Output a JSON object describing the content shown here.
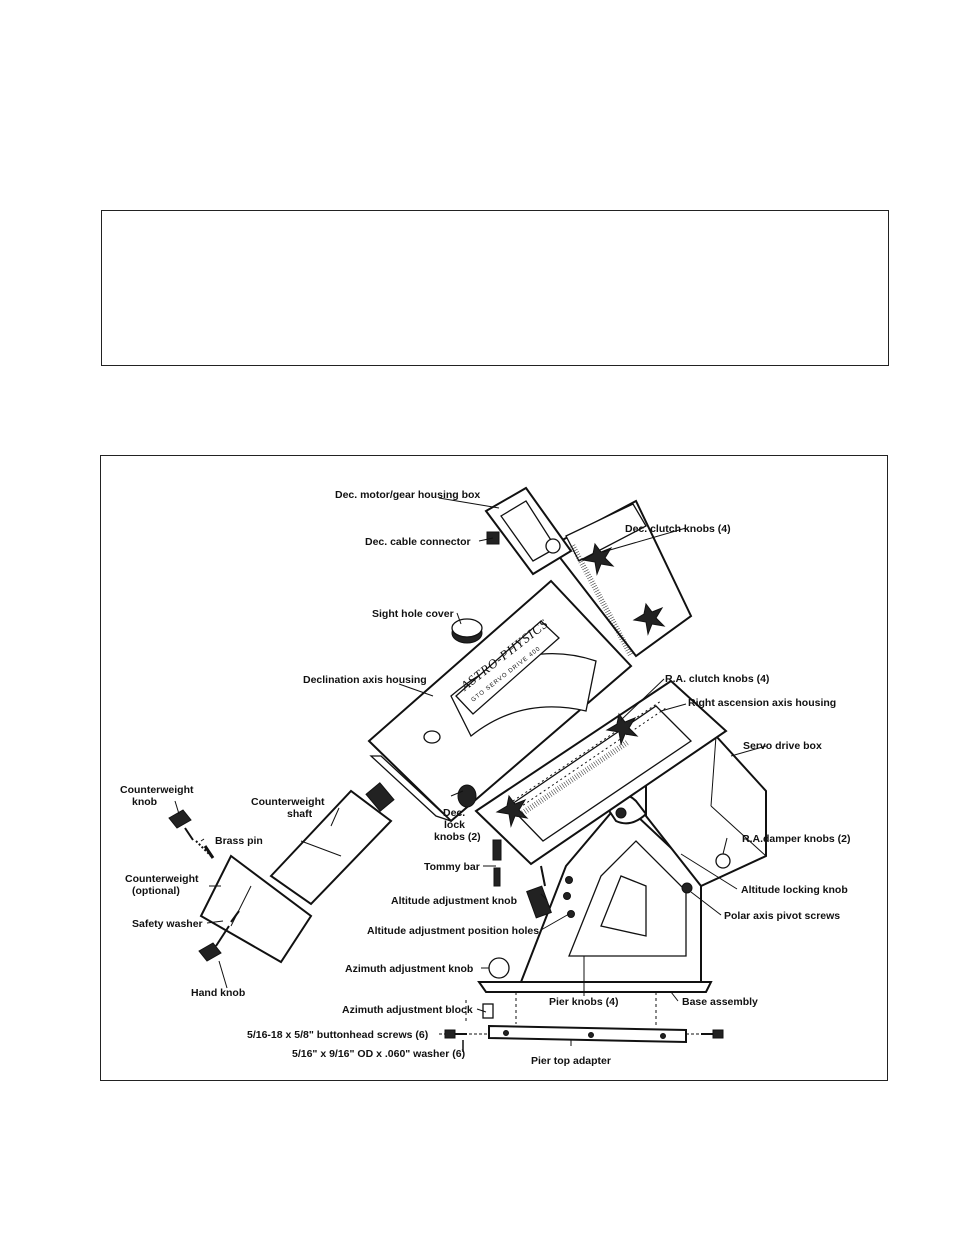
{
  "diagram": {
    "nameplate": {
      "brand": "ASTRO-PHYSICS",
      "model": "GTO SERVO DRIVE 400"
    },
    "labels": {
      "dec_motor_gear_housing_box": "Dec. motor/gear housing box",
      "dec_cable_connector": "Dec. cable connector",
      "dec_clutch_knobs": "Dec. clutch knobs (4)",
      "sight_hole_cover": "Sight hole cover",
      "declination_axis_housing": "Declination axis housing",
      "ra_clutch_knobs": "R.A. clutch knobs (4)",
      "right_ascension_axis_housing": "Right ascension axis housing",
      "servo_drive_box": "Servo drive box",
      "counterweight_knob_1": "Counterweight",
      "counterweight_knob_2": "knob",
      "counterweight_shaft_1": "Counterweight",
      "counterweight_shaft_2": "shaft",
      "dec_lock_knobs_1": "Dec.",
      "dec_lock_knobs_2": "lock",
      "dec_lock_knobs_3": "knobs (2)",
      "ra_damper_knobs": "R.A.damper knobs (2)",
      "brass_pin": "Brass pin",
      "counterweight_1": "Counterweight",
      "counterweight_2": "(optional)",
      "tommy_bar": "Tommy bar",
      "altitude_locking_knob": "Altitude locking knob",
      "altitude_adjustment_knob": "Altitude adjustment knob",
      "polar_axis_pivot_screws": "Polar axis pivot screws",
      "safety_washer": "Safety washer",
      "altitude_adjustment_position_holes": "Altitude adjustment position holes",
      "hand_knob": "Hand knob",
      "azimuth_adjustment_knob": "Azimuth adjustment knob",
      "pier_knobs": "Pier knobs (4)",
      "base_assembly": "Base assembly",
      "azimuth_adjustment_block": "Azimuth adjustment block",
      "buttonhead_screws": "5/16-18 x 5/8\" buttonhead screws (6)",
      "washer": "5/16\" x 9/16\" OD x .060\" washer (6)",
      "pier_top_adapter": "Pier top adapter"
    }
  }
}
